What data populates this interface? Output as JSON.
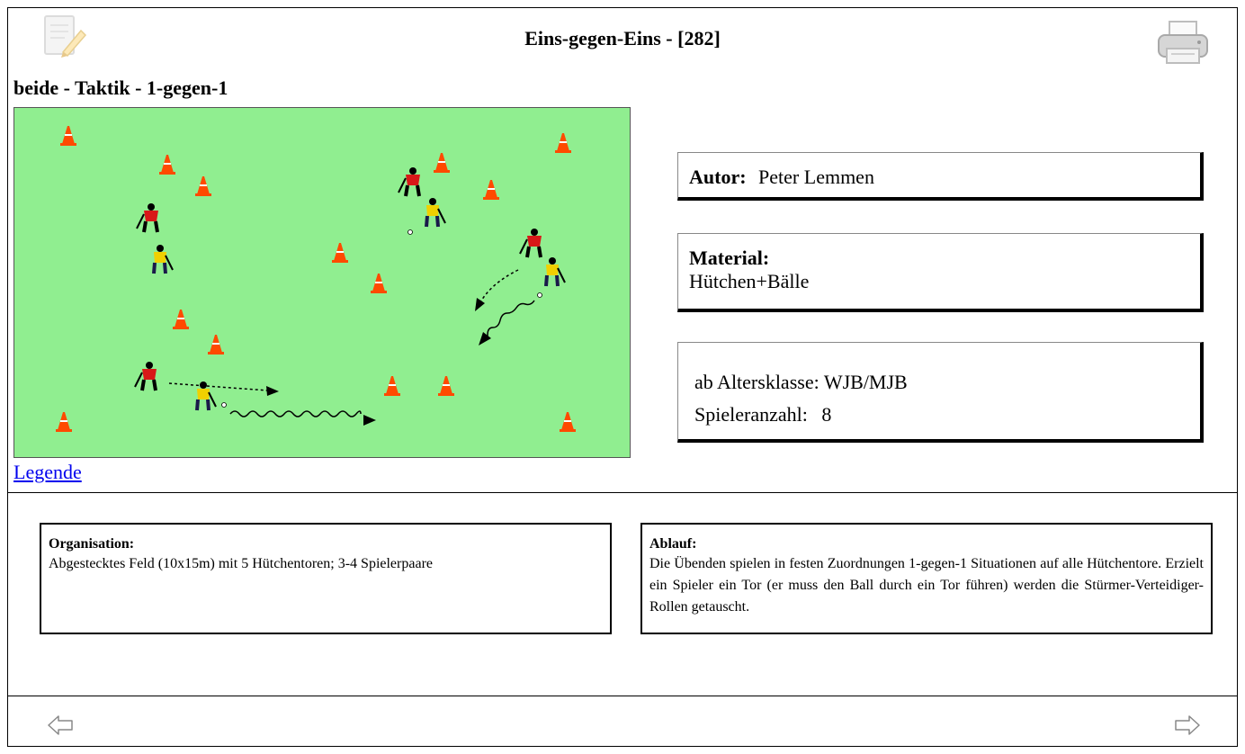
{
  "header": {
    "title": "Eins-gegen-Eins - [282]",
    "edit_icon": "notepad-pencil-icon",
    "print_icon": "printer-icon"
  },
  "subtitle": "beide - Taktik - 1-gegen-1",
  "field": {
    "background_color": "#90ee90",
    "cone_color": "#ff4a00",
    "team_red_color": "#d81818",
    "team_yellow_color": "#f0d000"
  },
  "legend_link": "Legende",
  "info": {
    "author_label": "Autor:",
    "author_value": "Peter Lemmen",
    "material_label": "Material:",
    "material_value": "Hütchen+Bälle",
    "age_label": "ab Altersklasse:",
    "age_value": "WJB/MJB",
    "players_label": "Spieleranzahl:",
    "players_value": "8"
  },
  "organisation": {
    "label": "Organisation:",
    "text": "Abgestecktes Feld (10x15m) mit 5 Hütchentoren; 3-4 Spielerpaare"
  },
  "ablauf": {
    "label": "Ablauf:",
    "text": "Die Übenden spielen in festen Zuordnungen 1-gegen-1 Situationen auf alle Hütchentore. Erzielt ein Spieler ein Tor (er muss den Ball durch ein Tor führen) werden die Stürmer-Verteidiger-Rollen getauscht."
  },
  "nav": {
    "prev_icon": "arrow-left-icon",
    "next_icon": "arrow-right-icon"
  }
}
